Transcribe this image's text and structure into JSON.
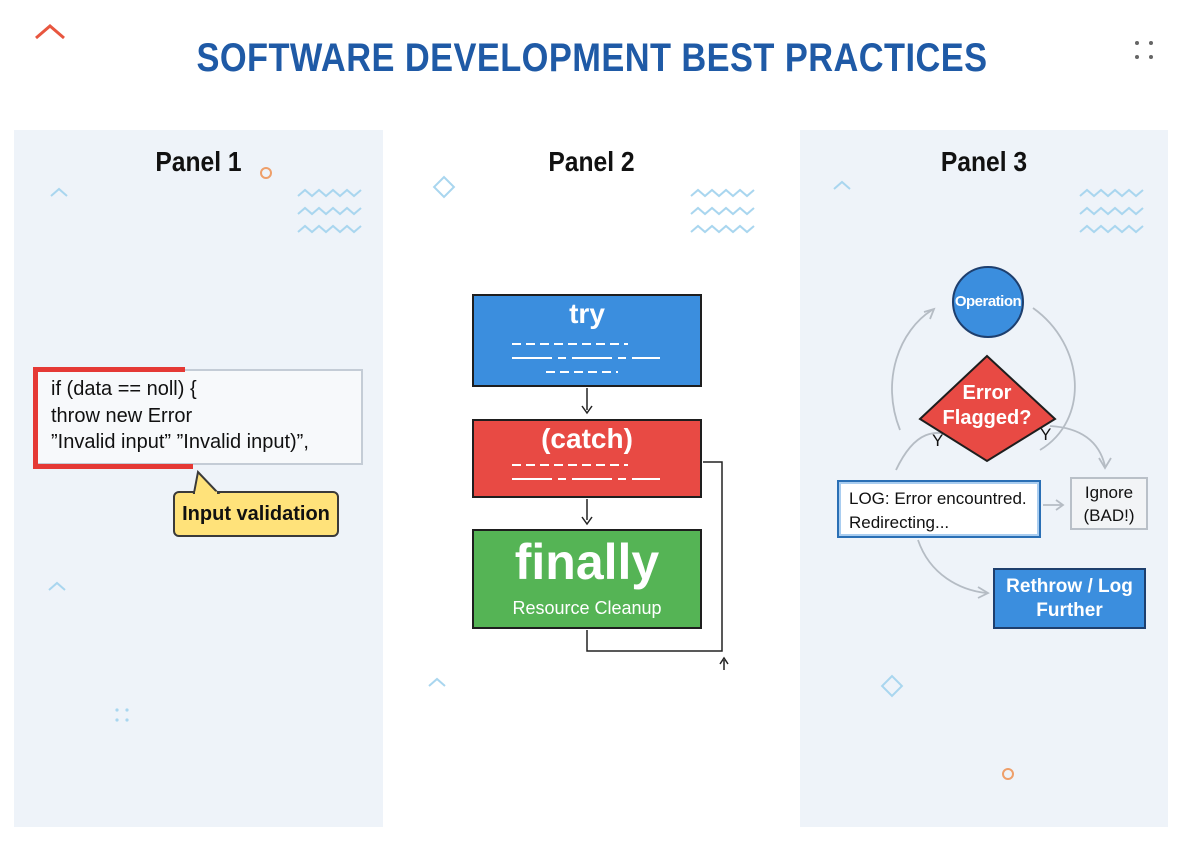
{
  "header": {
    "title": "SOFTWARE DEVELOPMENT BEST PRACTICES",
    "chevron_icon": "chevron-up-icon",
    "menu_icon": "dots-grid-icon"
  },
  "colors": {
    "title": "#1f5aa6",
    "panel_bg": "#eef3f9",
    "try_block": "#3b8ede",
    "catch_block": "#e84a44",
    "finally_block": "#55b455",
    "callout": "#ffe27a",
    "accent_red": "#e53935",
    "deco_blue": "#a9d6ef",
    "deco_orange": "#ee9f6a"
  },
  "panel1": {
    "heading": "Panel 1",
    "code_lines": [
      "if (data == noll) {",
      "throw new Error",
      "”Invalid input” ”Invalid input)”,"
    ],
    "callout": "Input validation"
  },
  "panel2": {
    "heading": "Panel 2",
    "try_label": "try",
    "catch_label": "(catch)",
    "finally_label": "finally",
    "finally_sublabel": "Resource Cleanup"
  },
  "panel3": {
    "heading": "Panel 3",
    "operation": "Operation",
    "decision": [
      "Error",
      "Flagged?"
    ],
    "yes_left": "Y",
    "yes_right": "Y",
    "log_lines": [
      "LOG: Error encountred.",
      "Redirecting..."
    ],
    "ignore_lines": [
      "Ignore",
      "(BAD!)"
    ],
    "rethrow_lines": [
      "Rethrow / Log",
      "Further"
    ]
  }
}
